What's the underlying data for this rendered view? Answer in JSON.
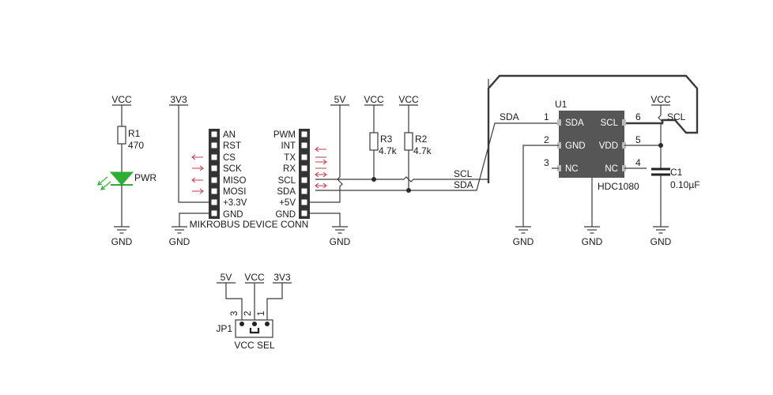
{
  "power": {
    "vcc": "VCC",
    "v3v3": "3V3",
    "v5v": "5V",
    "gnd": "GND"
  },
  "led_section": {
    "resistor_ref": "R1",
    "resistor_value": "470",
    "led_label": "PWR",
    "led_color": "#2fae34"
  },
  "mikrobus": {
    "title": "MIKROBUS DEVICE CONN",
    "left_pins": [
      "AN",
      "RST",
      "CS",
      "SCK",
      "MISO",
      "MOSI",
      "+3.3V",
      "GND"
    ],
    "right_pins": [
      "PWM",
      "INT",
      "TX",
      "RX",
      "SCL",
      "SDA",
      "+5V",
      "GND"
    ],
    "arrow_color": "#c23b4a"
  },
  "pullups": [
    {
      "ref": "R3",
      "value": "4.7k"
    },
    {
      "ref": "R2",
      "value": "4.7k"
    }
  ],
  "nets": {
    "scl": "SCL",
    "sda": "SDA"
  },
  "chip": {
    "ref": "U1",
    "part": "HDC1080",
    "color": "#565656",
    "left_pins": [
      {
        "num": "1",
        "name": "SDA"
      },
      {
        "num": "2",
        "name": "GND"
      },
      {
        "num": "3",
        "name": "NC"
      }
    ],
    "right_pins": [
      {
        "num": "6",
        "name": "SCL"
      },
      {
        "num": "5",
        "name": "VDD"
      },
      {
        "num": "4",
        "name": "NC"
      }
    ]
  },
  "capacitor": {
    "ref": "C1",
    "value": "0.10µF"
  },
  "jumper": {
    "ref": "JP1",
    "title": "VCC SEL",
    "pin_numbers": [
      "3",
      "2",
      "1"
    ]
  }
}
